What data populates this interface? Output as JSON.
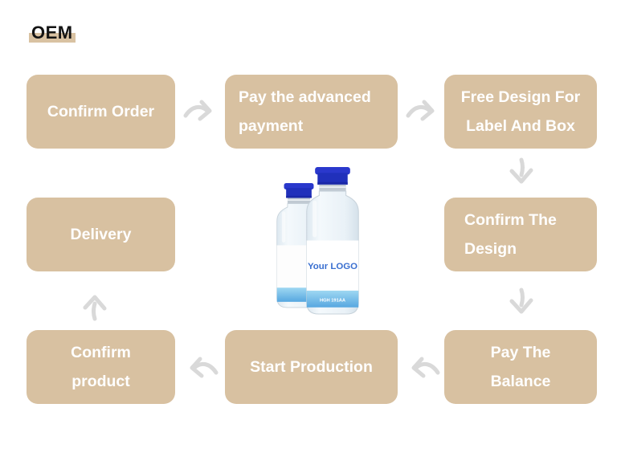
{
  "title": "OEM",
  "steps": [
    {
      "label": "Confirm Order"
    },
    {
      "label": "Pay the advanced\npayment"
    },
    {
      "label": "Free Design For\nLabel And Box"
    },
    {
      "label": "Confirm The\nDesign"
    },
    {
      "label": "Pay The\nBalance"
    },
    {
      "label": "Start Production"
    },
    {
      "label": "Confirm\nproduct"
    },
    {
      "label": "Delivery"
    }
  ],
  "product": {
    "logo_text": "Your LOGO",
    "band_text": "HGH 191AA"
  },
  "colors": {
    "box": "#d8c1a1",
    "box_text": "#ffffff",
    "arrow": "#d9d9d9",
    "cap_blue": "#2531c8",
    "logo_text_blue": "#3a6fd0",
    "band_blue": "#5aa8e2",
    "title_highlight": "#d9c2a2"
  }
}
